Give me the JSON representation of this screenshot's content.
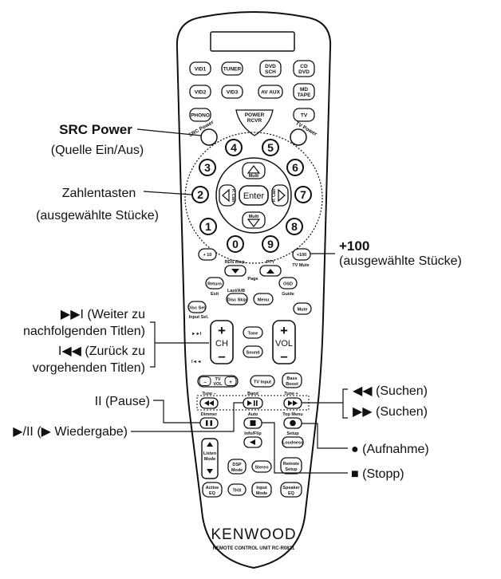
{
  "remote": {
    "row1": [
      "VID1",
      "TUNER",
      "DVD",
      "SCH",
      "CD",
      "DVD"
    ],
    "row2": [
      "VID2",
      "VID3",
      "AV AUX",
      "MD",
      "TAPE"
    ],
    "phono": "PHONO",
    "tv": "TV",
    "power_rcvr": [
      "POWER",
      "RCVR"
    ],
    "src_power": "SRC Power",
    "tv_power": "TV Power",
    "digits": [
      "1",
      "2",
      "3",
      "4",
      "5",
      "6",
      "7",
      "8",
      "9",
      "0"
    ],
    "multi": "Multi",
    "enter": "Enter",
    "p_call": "P. Call",
    "plus10": "+ 10",
    "plus100": "+100",
    "tv_mute": "TV Mute",
    "rds_disp": "RDS Disp.",
    "pty": "PTY",
    "page": "Page",
    "return": "Return",
    "exit": "Exit",
    "last_ab": "Last/A/B",
    "disc_skip": "Disc Skip",
    "menu": "Menu",
    "osd": "OSD",
    "guide": "Guide",
    "disc_sel": "Disc Sel.",
    "input_sel": "Input Sel.",
    "mute": "Mute",
    "ch": "CH",
    "vol": "VOL",
    "tone": "Tone",
    "sound": "Sound",
    "plus": "+",
    "minus": "–",
    "tv_vol": [
      "TV",
      "VOL"
    ],
    "tv_input": "TV Input",
    "bass_boost": [
      "Bass",
      "Boost"
    ],
    "tune_minus": "Tune –",
    "band": "Band",
    "tune_plus": "Tune +",
    "dimmer": "Dimmer",
    "auto": "Auto",
    "top_menu": "Top Menu",
    "setup": "Setup",
    "info_flip": "Info/Flip",
    "loudness": "Loudness",
    "listen_mode": [
      "Listen",
      "Mode"
    ],
    "dsp_mode": [
      "DSP",
      "Mode"
    ],
    "stereo": "Stereo",
    "remote_setup": [
      "Remote",
      "Setup"
    ],
    "active_eq": [
      "Active",
      "EQ"
    ],
    "thx": "THX",
    "input_mode": [
      "Input",
      "Mode"
    ],
    "speaker_eq": [
      "Speaker",
      "EQ"
    ],
    "brand": "KENWOOD",
    "model": "REMOTE CONTROL UNIT RC-R0821"
  },
  "annotations": {
    "src_power_title": "SRC Power",
    "src_power_desc": "(Quelle Ein/Aus)",
    "digits_title": "Zahlentasten",
    "digits_desc": "(ausgewählte Stücke)",
    "plus100_title": "+100",
    "plus100_desc": "(ausgewählte Stücke)",
    "next_line1": "▶▶I (Weiter zu",
    "next_line2": "nachfolgenden Titlen)",
    "prev_line1": "I◀◀ (Zurück zu",
    "prev_line2": "vorgehenden Titlen)",
    "pause": "II (Pause)",
    "play": "▶/II (▶ Wiedergabe)",
    "search_back": "◀◀  (Suchen)",
    "search_fwd": "▶▶  (Suchen)",
    "record": "● (Aufnahme)",
    "stop": "■ (Stopp)"
  }
}
